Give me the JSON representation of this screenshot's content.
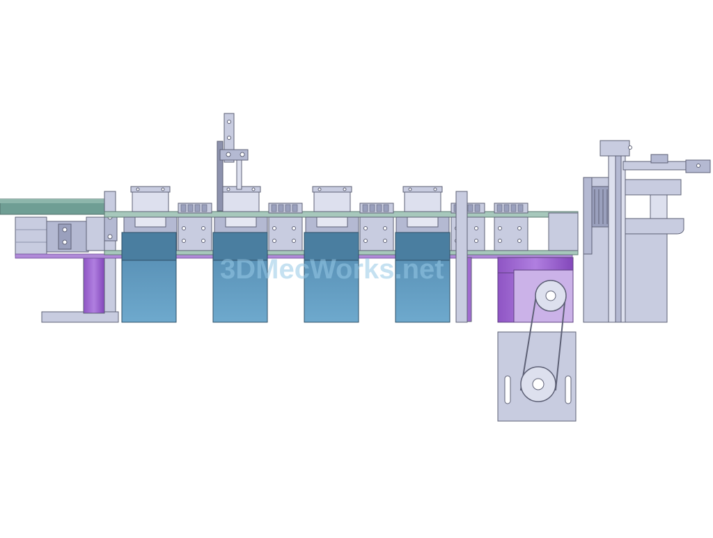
{
  "watermark": {
    "text": "3DMecWorks.net"
  },
  "colors": {
    "background": "#ffffff",
    "frame_light": "#c8cce0",
    "frame_mid": "#b4b9d2",
    "frame_dark": "#8d92ad",
    "outline": "#5d6075",
    "conveyor_green": "#6f9e94",
    "rail_green": "#a7c8bc",
    "tank_top": "#4a7ea0",
    "tank_body": "#68a3c8",
    "purple": "#a06bd0",
    "purple_dark": "#7d44b0",
    "lavender": "#cbb2e8"
  },
  "diagram": {
    "stations": 4,
    "small_blocks": 5,
    "components": [
      "infeed-conveyor",
      "main-conveyor-rail",
      "dip-tank",
      "gripper-head",
      "vertical-lift-post",
      "drive-gearbox",
      "belt-drive",
      "motor-mount-plate",
      "pick-and-place-unit"
    ]
  }
}
